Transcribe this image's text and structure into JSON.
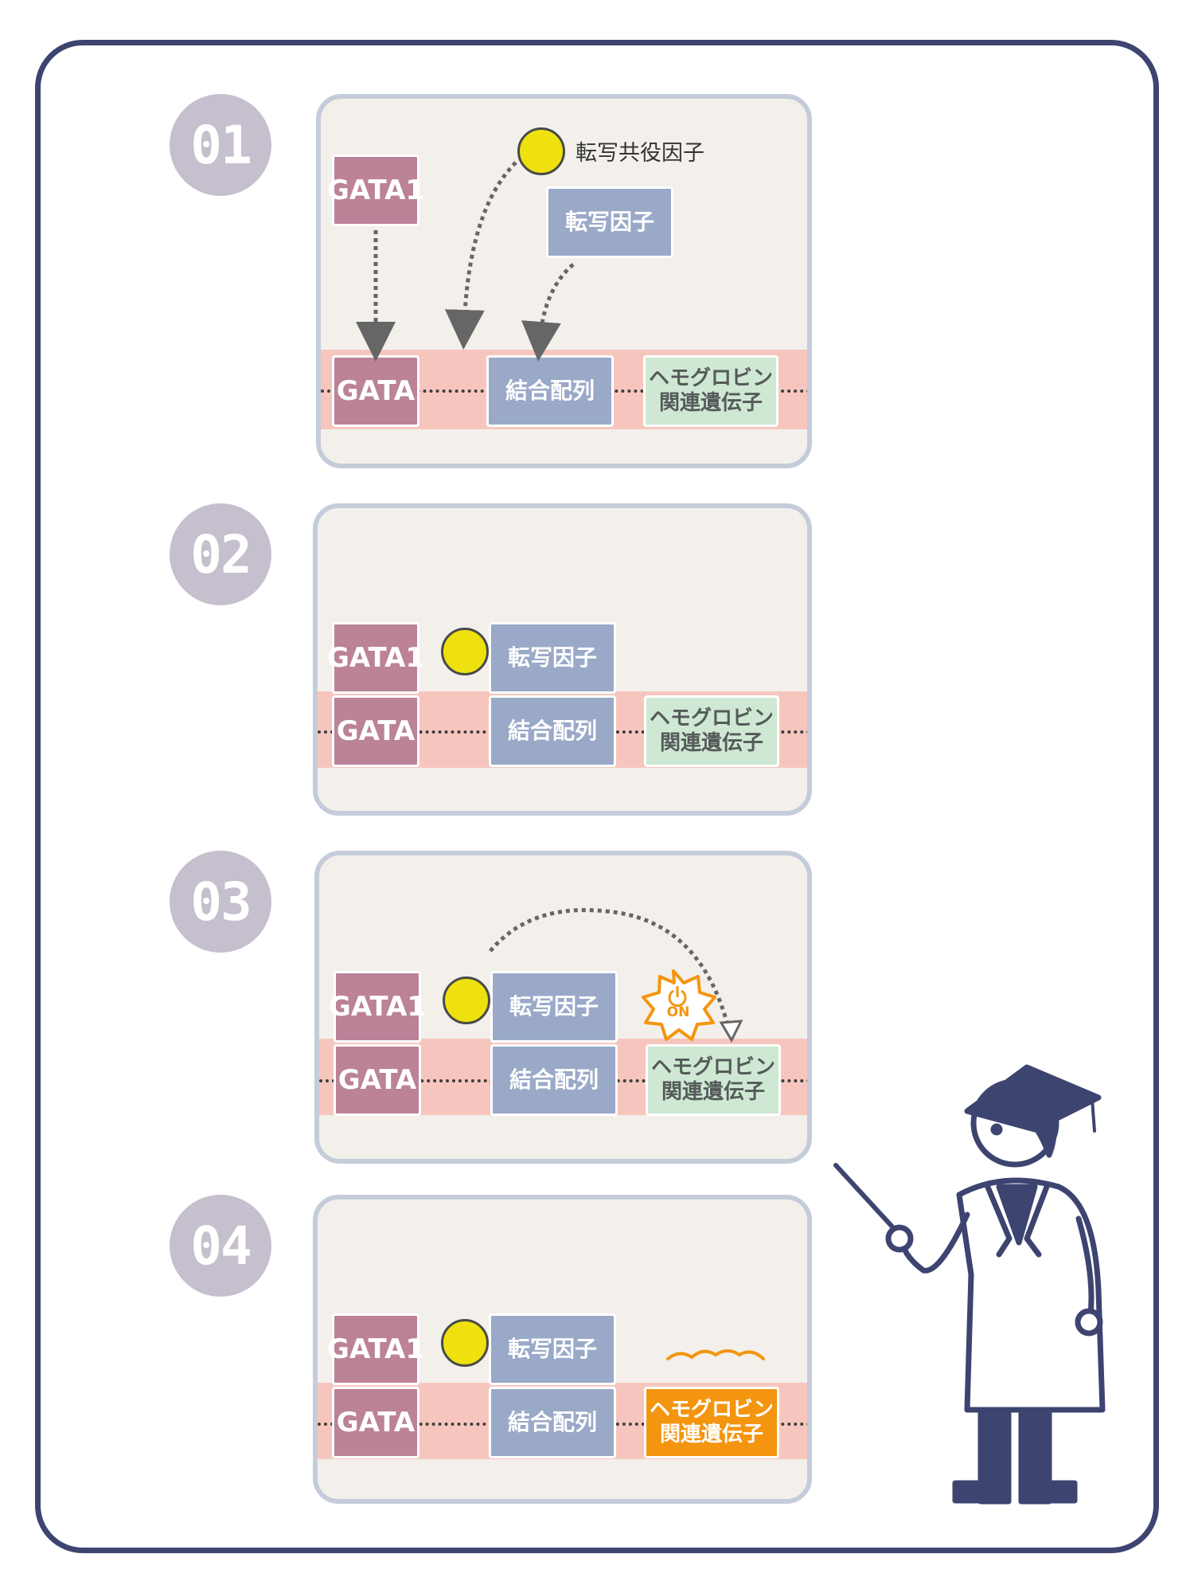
{
  "steps": [
    {
      "number": "01",
      "gata1": "GATA1",
      "cofactor_label": "転写共役因子",
      "tf": "転写因子",
      "gata": "GATA",
      "binding": "結合配列",
      "gene_line1": "ヘモグロビン",
      "gene_line2": "関連遺伝子"
    },
    {
      "number": "02",
      "gata1": "GATA1",
      "tf": "転写因子",
      "gata": "GATA",
      "binding": "結合配列",
      "gene_line1": "ヘモグロビン",
      "gene_line2": "関連遺伝子"
    },
    {
      "number": "03",
      "gata1": "GATA1",
      "tf": "転写因子",
      "on_label": "ON",
      "gata": "GATA",
      "binding": "結合配列",
      "gene_line1": "ヘモグロビン",
      "gene_line2": "関連遺伝子"
    },
    {
      "number": "04",
      "gata1": "GATA1",
      "tf": "転写因子",
      "gata": "GATA",
      "binding": "結合配列",
      "gene_line1": "ヘモグロビン",
      "gene_line2": "関連遺伝子"
    }
  ],
  "colors": {
    "frame": "#3d4470",
    "step_circle": "#c5bfce",
    "gata": "#bb8298",
    "tf": "#9aa9c8",
    "gene": "#cfe8d3",
    "gene_on": "#f4950f",
    "cofactor": "#eee10e",
    "dna_strip": "#f6c6be"
  },
  "icons": {
    "teacher": "teacher-with-pointer-icon",
    "power": "power-icon"
  }
}
